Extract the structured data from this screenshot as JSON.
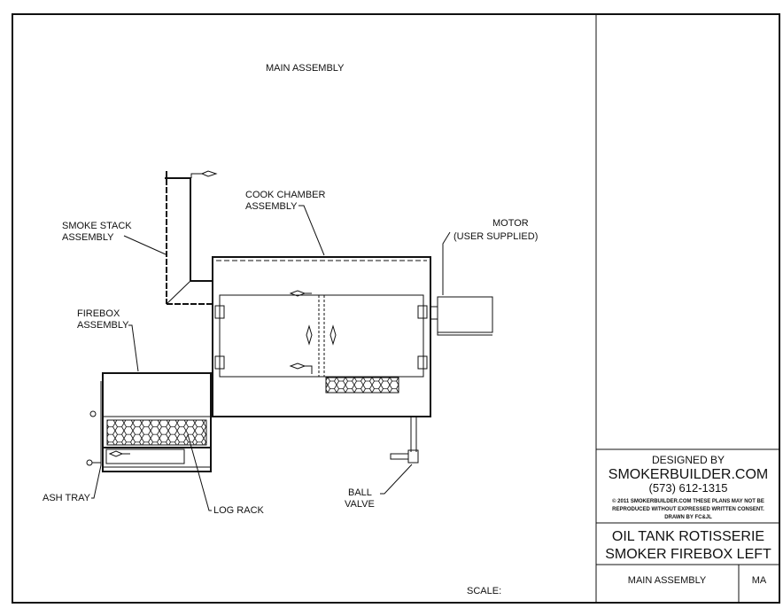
{
  "drawing": {
    "title": "MAIN ASSEMBLY",
    "scale_label": "SCALE:",
    "labels": {
      "smoke_stack": [
        "SMOKE STACK",
        "ASSEMBLY"
      ],
      "cook_chamber": [
        "COOK CHAMBER",
        "ASSEMBLY"
      ],
      "motor": [
        "MOTOR",
        "(USER SUPPLIED)"
      ],
      "firebox": [
        "FIREBOX",
        "ASSEMBLY"
      ],
      "ash_tray": "ASH TRAY",
      "log_rack": "LOG RACK",
      "ball_valve": [
        "BALL",
        "VALVE"
      ]
    }
  },
  "title_block": {
    "designed_by": "DESIGNED BY",
    "company": "SMOKERBUILDER.COM",
    "phone": "(573) 612-1315",
    "copyright": [
      "© 2011 SMOKERBUILDER.COM THESE PLANS MAY NOT BE",
      "REPRODUCED WITHOUT EXPRESSED WRITTEN CONSENT.",
      "DRAWN BY FC&JL"
    ],
    "project": [
      "OIL TANK ROTISSERIE",
      "SMOKER FIREBOX LEFT"
    ],
    "sheet_name": "MAIN ASSEMBLY",
    "sheet_code": "MA"
  }
}
